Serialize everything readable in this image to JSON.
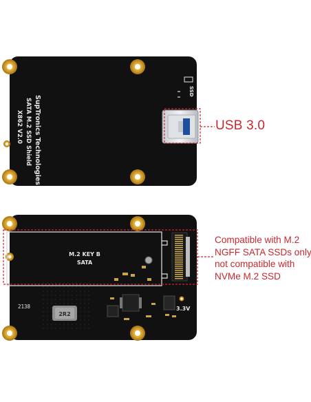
{
  "top_board": {
    "silk_lines": [
      "SupTronics Technologies",
      "SATA M.2 SSD Shield",
      "X862 V2.0"
    ],
    "connector_label": "SSD"
  },
  "bottom_board": {
    "slot_lines": [
      "M.2 KEY B",
      "SATA"
    ],
    "ref_number": "2138",
    "inductor_label": "2R2",
    "voltage_label": "3.3V"
  },
  "callouts": {
    "usb": "USB 3.0",
    "compat_lines": [
      "Compatible with M.2",
      "NGFF SATA SSDs only,",
      "not compatible with",
      "NVMe M.2 SSD"
    ]
  },
  "colors": {
    "pcb": "#111111",
    "callout_red": "#c8282f",
    "pad_gold": "#d9a62a"
  }
}
